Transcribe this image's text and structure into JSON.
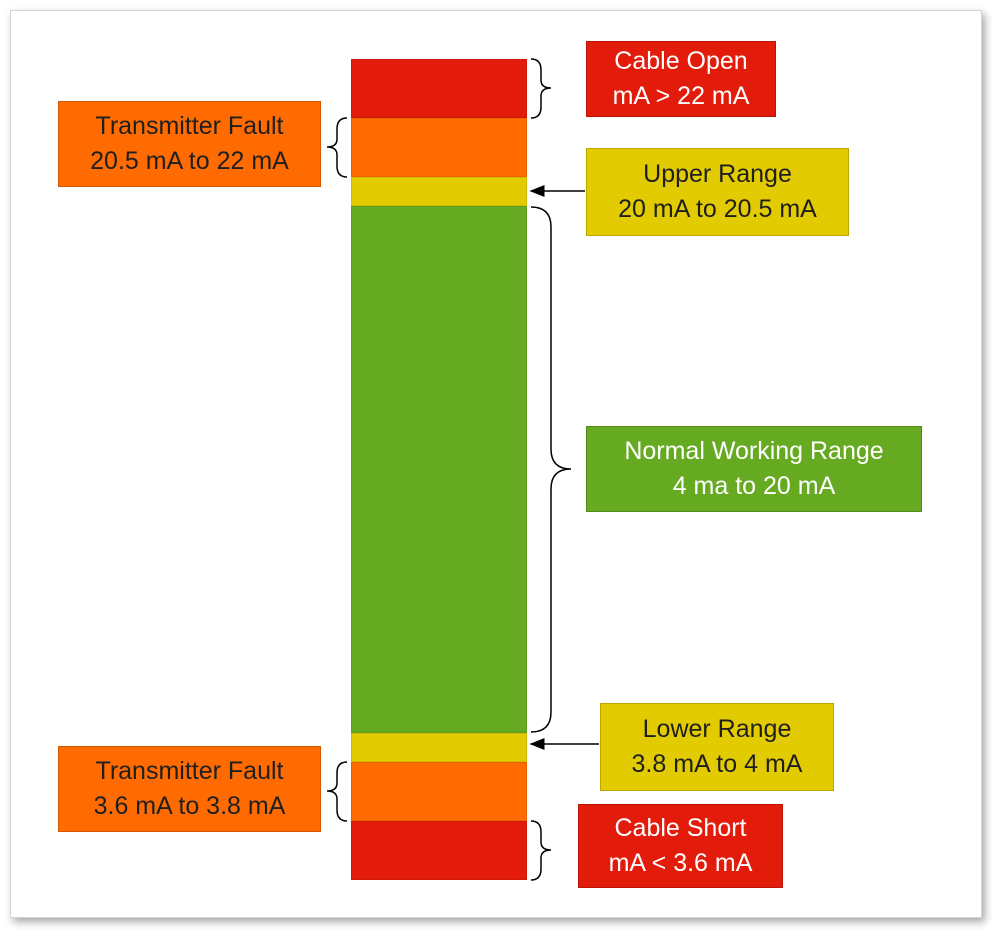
{
  "colors": {
    "red": "#e31b0a",
    "orange": "#ff6b00",
    "yellow": "#e2cb00",
    "green": "#66aa22",
    "label_text_light": "#ffffff",
    "label_text_dark": "#1f1f1f"
  },
  "bar": {
    "segments": [
      {
        "name": "cable-open",
        "color": "red"
      },
      {
        "name": "transmitter-fault-high",
        "color": "orange"
      },
      {
        "name": "upper-range",
        "color": "yellow"
      },
      {
        "name": "normal-working-range",
        "color": "green"
      },
      {
        "name": "lower-range",
        "color": "yellow"
      },
      {
        "name": "transmitter-fault-low",
        "color": "orange"
      },
      {
        "name": "cable-short",
        "color": "red"
      }
    ]
  },
  "labels": {
    "cable_open": {
      "line1": "Cable Open",
      "line2": "mA > 22 mA"
    },
    "transmitter_fault_high": {
      "line1": "Transmitter Fault",
      "line2": "20.5 mA to 22 mA"
    },
    "upper_range": {
      "line1": "Upper Range",
      "line2": "20 mA to 20.5 mA"
    },
    "normal_working_range": {
      "line1": "Normal Working Range",
      "line2": "4 ma to 20 mA"
    },
    "lower_range": {
      "line1": "Lower Range",
      "line2": "3.8 mA to 4 mA"
    },
    "transmitter_fault_low": {
      "line1": "Transmitter Fault",
      "line2": "3.6 mA to 3.8 mA"
    },
    "cable_short": {
      "line1": "Cable Short",
      "line2": "mA < 3.6 mA"
    }
  }
}
